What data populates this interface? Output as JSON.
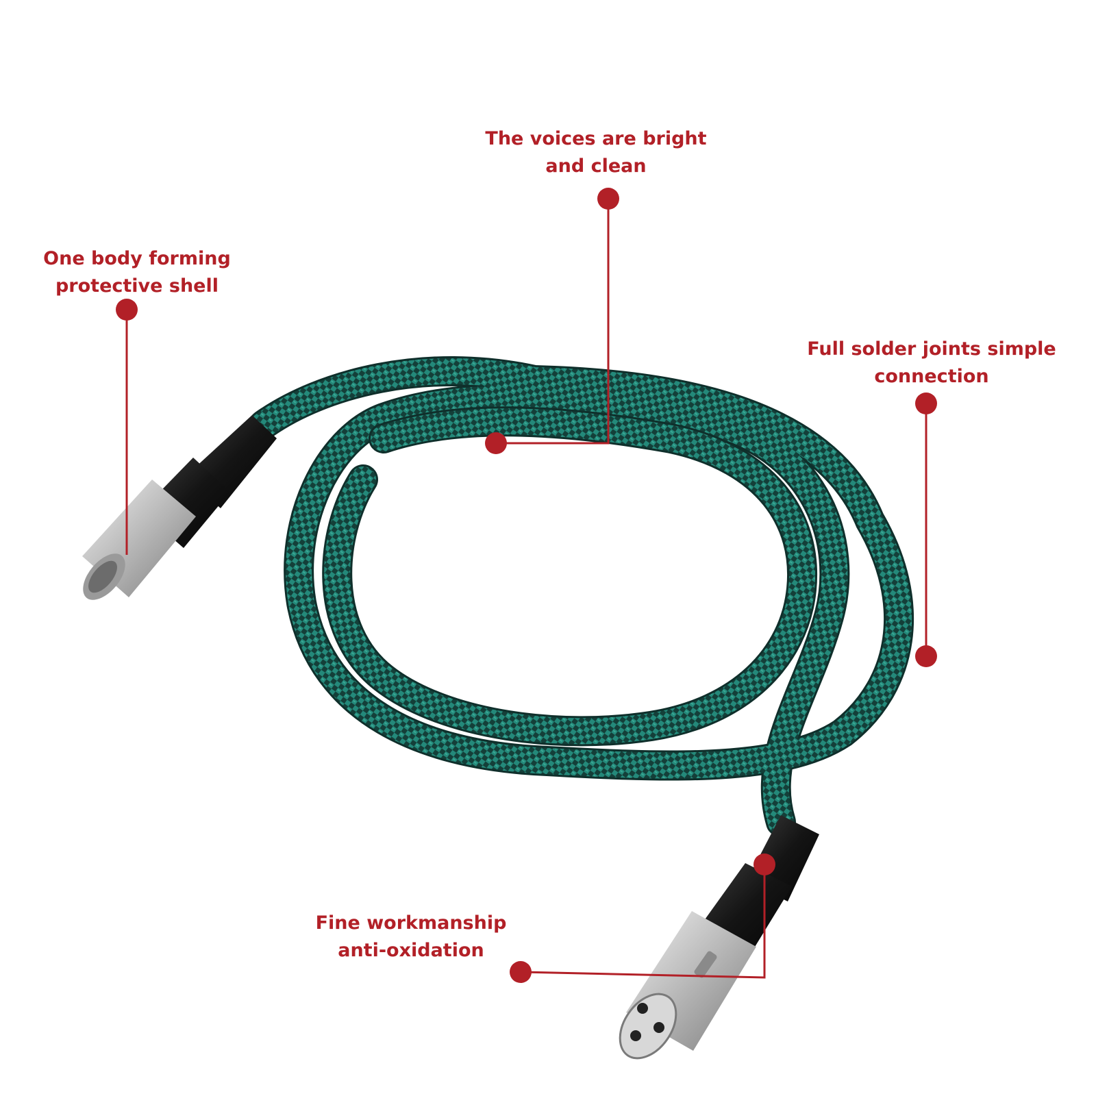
{
  "callouts": {
    "protective_shell": {
      "line1": "One body forming",
      "line2": "protective shell"
    },
    "voices": {
      "line1": "The voices are bright",
      "line2": "and clean"
    },
    "solder": {
      "line1": "Full solder joints simple",
      "line2": "connection"
    },
    "workmanship": {
      "line1": "Fine workmanship",
      "line2": "anti-oxidation"
    }
  },
  "colors": {
    "accent_red": "#b22027",
    "cable_green": "#1f7f70",
    "cable_dark": "#123c36",
    "connector_black": "#1a1a1a",
    "metal_silver": "#c9c9c9",
    "background": "#ffffff"
  },
  "icons": [
    "marker-dot-icon",
    "xlr-male-connector",
    "xlr-female-connector"
  ]
}
